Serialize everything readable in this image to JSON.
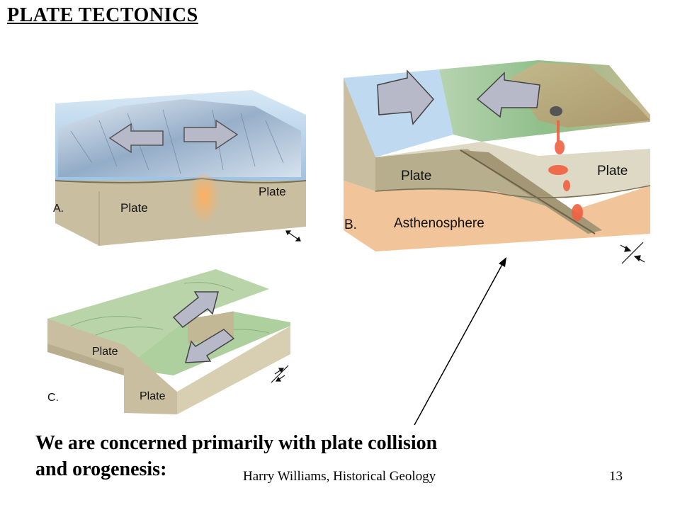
{
  "title": "PLATE TECTONICS",
  "caption": {
    "line1": "We are concerned primarily with plate collision",
    "line2": "and orogenesis:"
  },
  "footer": {
    "credit": "Harry Williams, Historical Geology",
    "page": "13"
  },
  "diagrams": {
    "a": {
      "letter": "A.",
      "plate_left": "Plate",
      "plate_right": "Plate"
    },
    "b": {
      "letter": "B.",
      "plate_left": "Plate",
      "plate_right": "Plate",
      "mantle": "Asthenosphere"
    },
    "c": {
      "letter": "C.",
      "plate_top": "Plate",
      "plate_bottom": "Plate"
    }
  },
  "colors": {
    "ocean": "#bcd8ef",
    "crust": "#c9bfa0",
    "asthenosphere": "#f2c49a",
    "land": "#9fc49a",
    "magma": "#f06040",
    "arrow": "#b7b9c8"
  }
}
